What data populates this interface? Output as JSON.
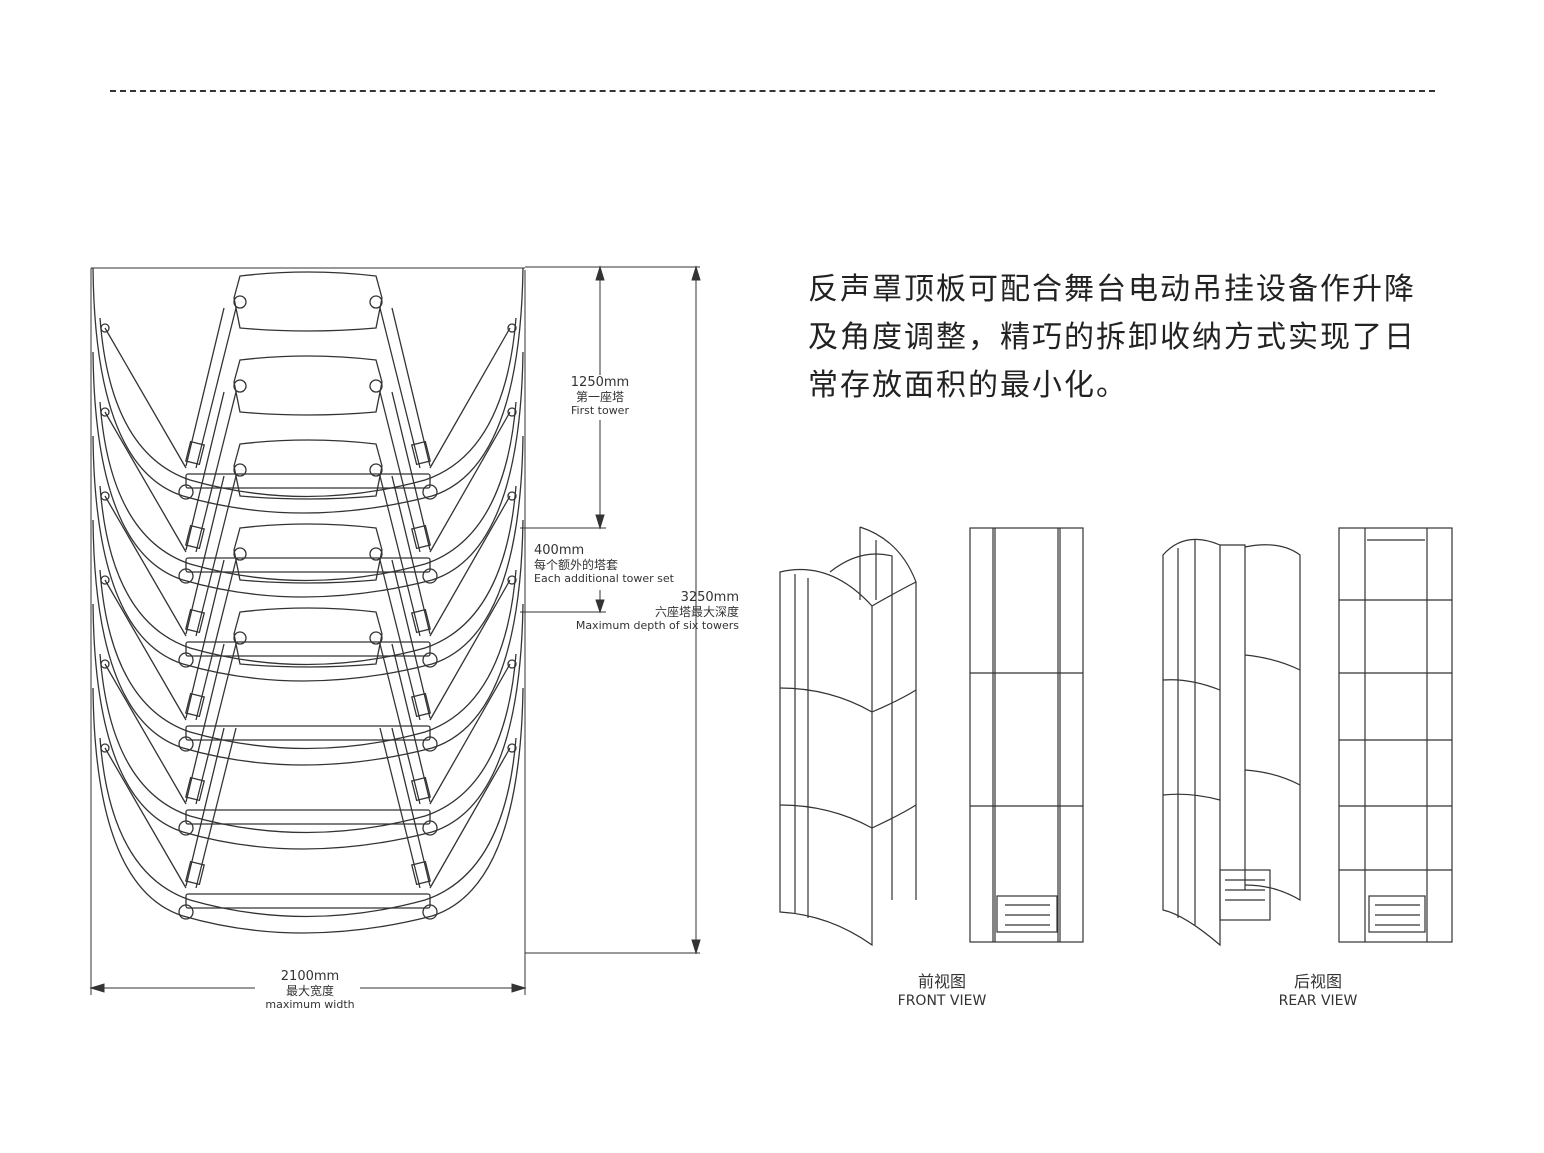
{
  "description": [
    "反声罩顶板可配合舞台电动吊挂设备作升降",
    "及角度调整，精巧的拆卸收纳方式实现了日",
    "常存放面积的最小化。"
  ],
  "dimensions": {
    "first_tower": {
      "value": "1250mm",
      "zh": "第一座塔",
      "en": "First tower"
    },
    "additional": {
      "value": "400mm",
      "zh": "每个额外的塔套",
      "en": "Each additional tower set"
    },
    "depth": {
      "value": "3250mm",
      "zh": "六座塔最大深度",
      "en": "Maximum depth of six towers"
    },
    "width": {
      "value": "2100mm",
      "zh": "最大宽度",
      "en": "maximum width"
    }
  },
  "views": {
    "front": {
      "zh": "前视图",
      "en": "FRONT VIEW"
    },
    "rear": {
      "zh": "后视图",
      "en": "REAR VIEW"
    }
  },
  "colors": {
    "line": "#333333",
    "text": "#222222"
  }
}
